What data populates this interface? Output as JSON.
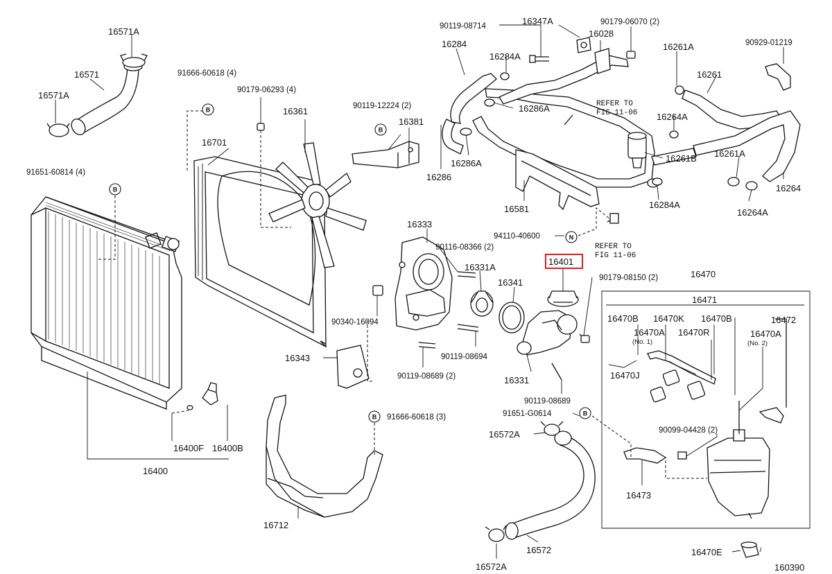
{
  "diagram_id": "160390",
  "highlighted_part": "16401",
  "labels": {
    "p16571A": "16571A",
    "p16571": "16571",
    "p16571A_b": "16571A",
    "p91666_60618_4": "91666-60618 (4)",
    "p90179_06293_4": "90179-06293 (4)",
    "p16361": "16361",
    "p16701": "16701",
    "p91651_60814_4": "91651-60814 (4)",
    "p90119_12224_2": "90119-12224 (2)",
    "p16381": "16381",
    "p90119_08714": "90119-08714",
    "p16347A": "16347A",
    "p90179_06070_2": "90179-06070 (2)",
    "p16028": "16028",
    "p16284": "16284",
    "p16284A_top": "16284A",
    "p16286A_top": "16286A",
    "p16286A": "16286A",
    "p16286": "16286",
    "p16581": "16581",
    "p16284A": "16284A",
    "p90929_01219": "90929-01219",
    "p16261A_top": "16261A",
    "p16261": "16261",
    "p16264A_top": "16264A",
    "p16261B": "16261B",
    "p16261A": "16261A",
    "p16264": "16264",
    "p16264A": "16264A",
    "p94110_40600": "94110-40600",
    "p16333": "16333",
    "p90116_08366_2": "90116-08366 (2)",
    "p16331A": "16331A",
    "p16341": "16341",
    "p16401": "16401",
    "p90179_08150_2": "90179-08150 (2)",
    "p16470": "16470",
    "p16471": "16471",
    "p16470B_a": "16470B",
    "p16470K": "16470K",
    "p16470B_b": "16470B",
    "p16472": "16472",
    "p16470A_a": "16470A",
    "p16470A_a_sub": "(No. 1)",
    "p16470R": "16470R",
    "p16470A_b": "16470A",
    "p16470A_b_sub": "(No. 2)",
    "p16470J": "16470J",
    "p90340_16094": "90340-16094",
    "p16343": "16343",
    "p90119_08694": "90119-08694",
    "p90119_08689_2": "90119-08689 (2)",
    "p16331": "16331",
    "p90119_08689": "90119-08689",
    "p91651_G0614": "91651-G0614",
    "p91666_60618_3": "91666-60618 (3)",
    "p16572A_top": "16572A",
    "p90099_04428_2": "90099-04428 (2)",
    "p16473": "16473",
    "p16400F": "16400F",
    "p16400B": "16400B",
    "p16400": "16400",
    "p16712": "16712",
    "p16572": "16572",
    "p16572A": "16572A",
    "p16470E": "16470E"
  },
  "references": {
    "ref_top_line1": "REFER TO",
    "ref_top_line2": "FIG 11-06",
    "ref_bot_line1": "REFER TO",
    "ref_bot_line2": "FIG 11-06"
  },
  "marks": {
    "B": "B",
    "N": "N"
  },
  "colors": {
    "line": "#111111",
    "background": "#ffffff",
    "highlight": "#e01b1b"
  }
}
